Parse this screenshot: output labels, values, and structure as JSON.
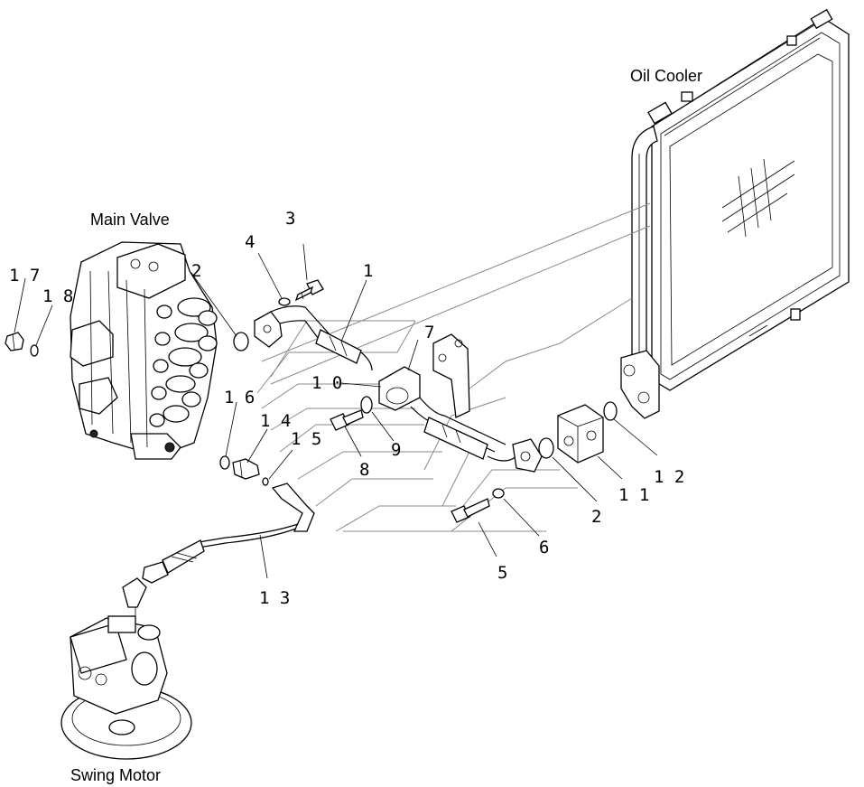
{
  "labels": {
    "oil_cooler": "Oil Cooler",
    "main_valve": "Main Valve",
    "swing_motor": "Swing Motor"
  },
  "callouts": {
    "c1": "1",
    "c2a": "2",
    "c2b": "2",
    "c3": "3",
    "c4": "4",
    "c5": "5",
    "c6": "6",
    "c7": "7",
    "c8": "8",
    "c9": "9",
    "c10": "1 0",
    "c11": "1 1",
    "c12": "1 2",
    "c13": "1 3",
    "c14": "1 4",
    "c15": "1 5",
    "c16": "1 6",
    "c17": "1 7",
    "c18": "1 8"
  }
}
